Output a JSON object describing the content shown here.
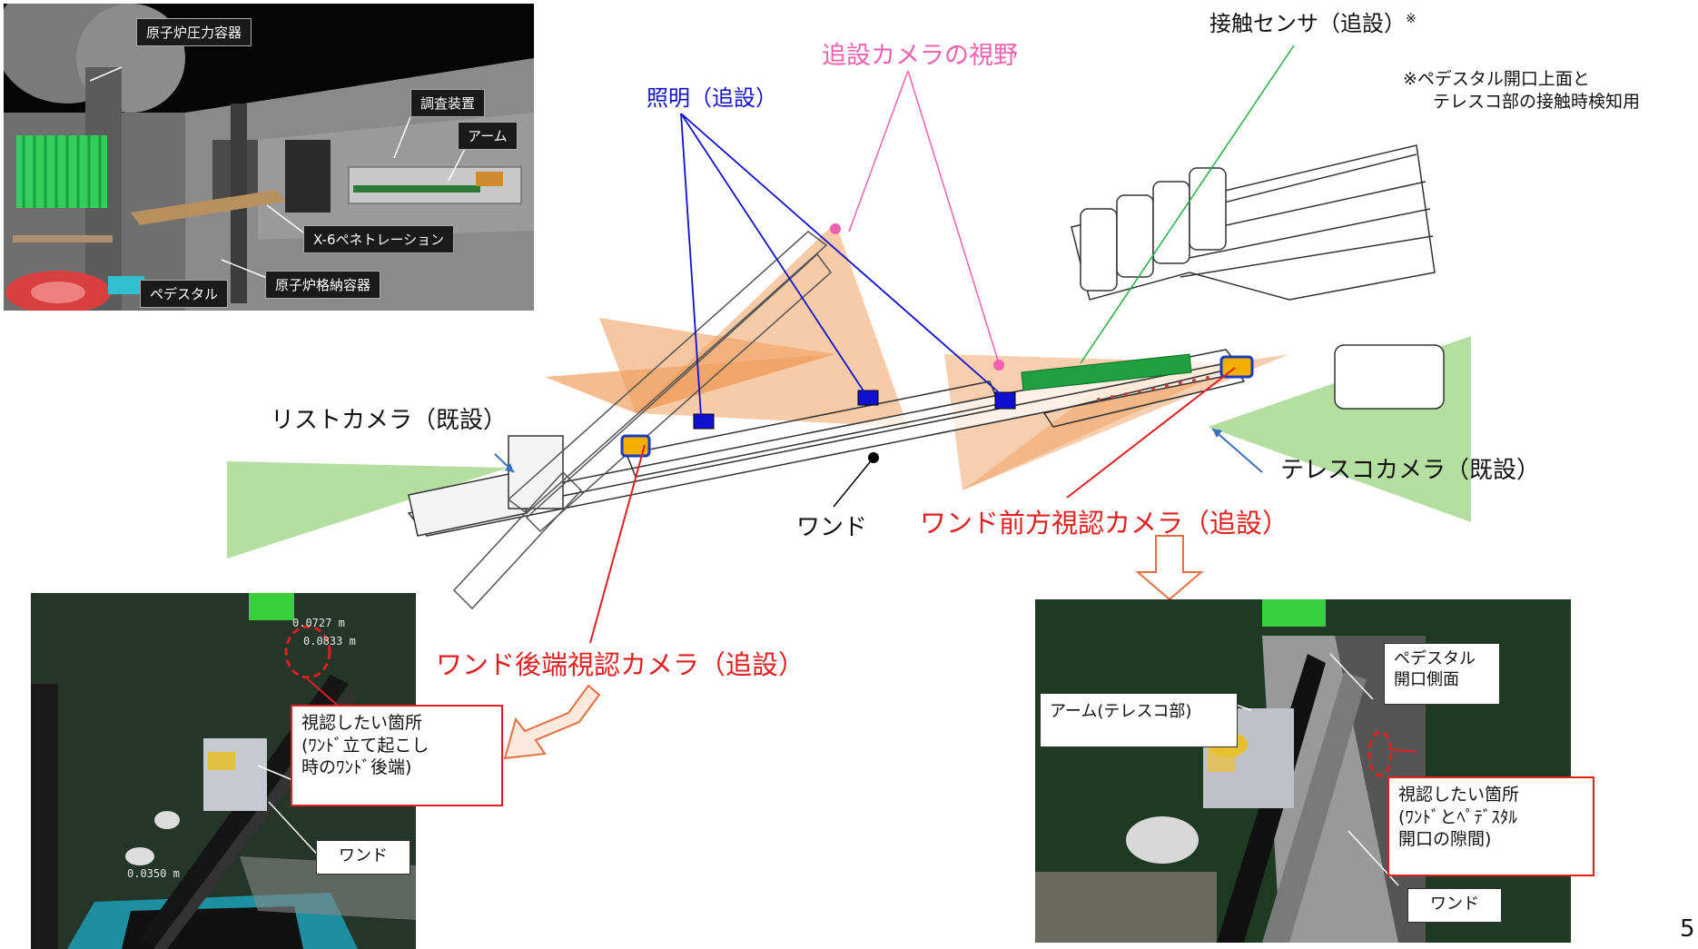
{
  "inset_3d": {
    "labels": {
      "rpv": "原子炉圧力容器",
      "survey_device": "調査装置",
      "arm": "アーム",
      "x6_penetration": "X-6ペネトレーション",
      "pedestal": "ペデスタル",
      "pcv": "原子炉格納容器"
    }
  },
  "main": {
    "contact_sensor": "接触センサ（追設）",
    "contact_sensor_mark": "※",
    "footnote_line1": "※ペデスタル開口上面と",
    "footnote_line2": "テレスコ部の接触時検知用",
    "fov_label": "追設カメラの視野",
    "lighting_label": "照明（追設）",
    "wrist_camera": "リストカメラ（既設）",
    "telesco_camera": "テレスコカメラ（既設）",
    "wand": "ワンド",
    "wand_front_camera": "ワンド前方視認カメラ（追設）",
    "wand_rear_camera": "ワンド後端視認カメラ（追設）"
  },
  "left_view": {
    "measure_1": "0.0727 m",
    "measure_2": "0.0833 m",
    "measure_3": "0.0350 m",
    "callout": [
      "視認したい箇所",
      "(ﾜﾝﾄﾞ立て起こし",
      "時のﾜﾝﾄﾞ後端)"
    ],
    "wand_label": "ワンド"
  },
  "right_view": {
    "arm_label": "アーム(テレスコ部)",
    "pedestal_label": [
      "ペデスタル",
      "開口側面"
    ],
    "callout": [
      "視認したい箇所",
      "(ﾜﾝﾄﾞとﾍﾟﾃﾞｽﾀﾙ",
      "開口の隙間)"
    ],
    "wand_label": "ワンド"
  },
  "page_number": "5",
  "colors": {
    "red": "#e02020",
    "pink": "#f060b0",
    "blue": "#1010d0",
    "green": "#20b040",
    "fov_orange": "#f0a060",
    "fov_green": "#a8d890"
  }
}
